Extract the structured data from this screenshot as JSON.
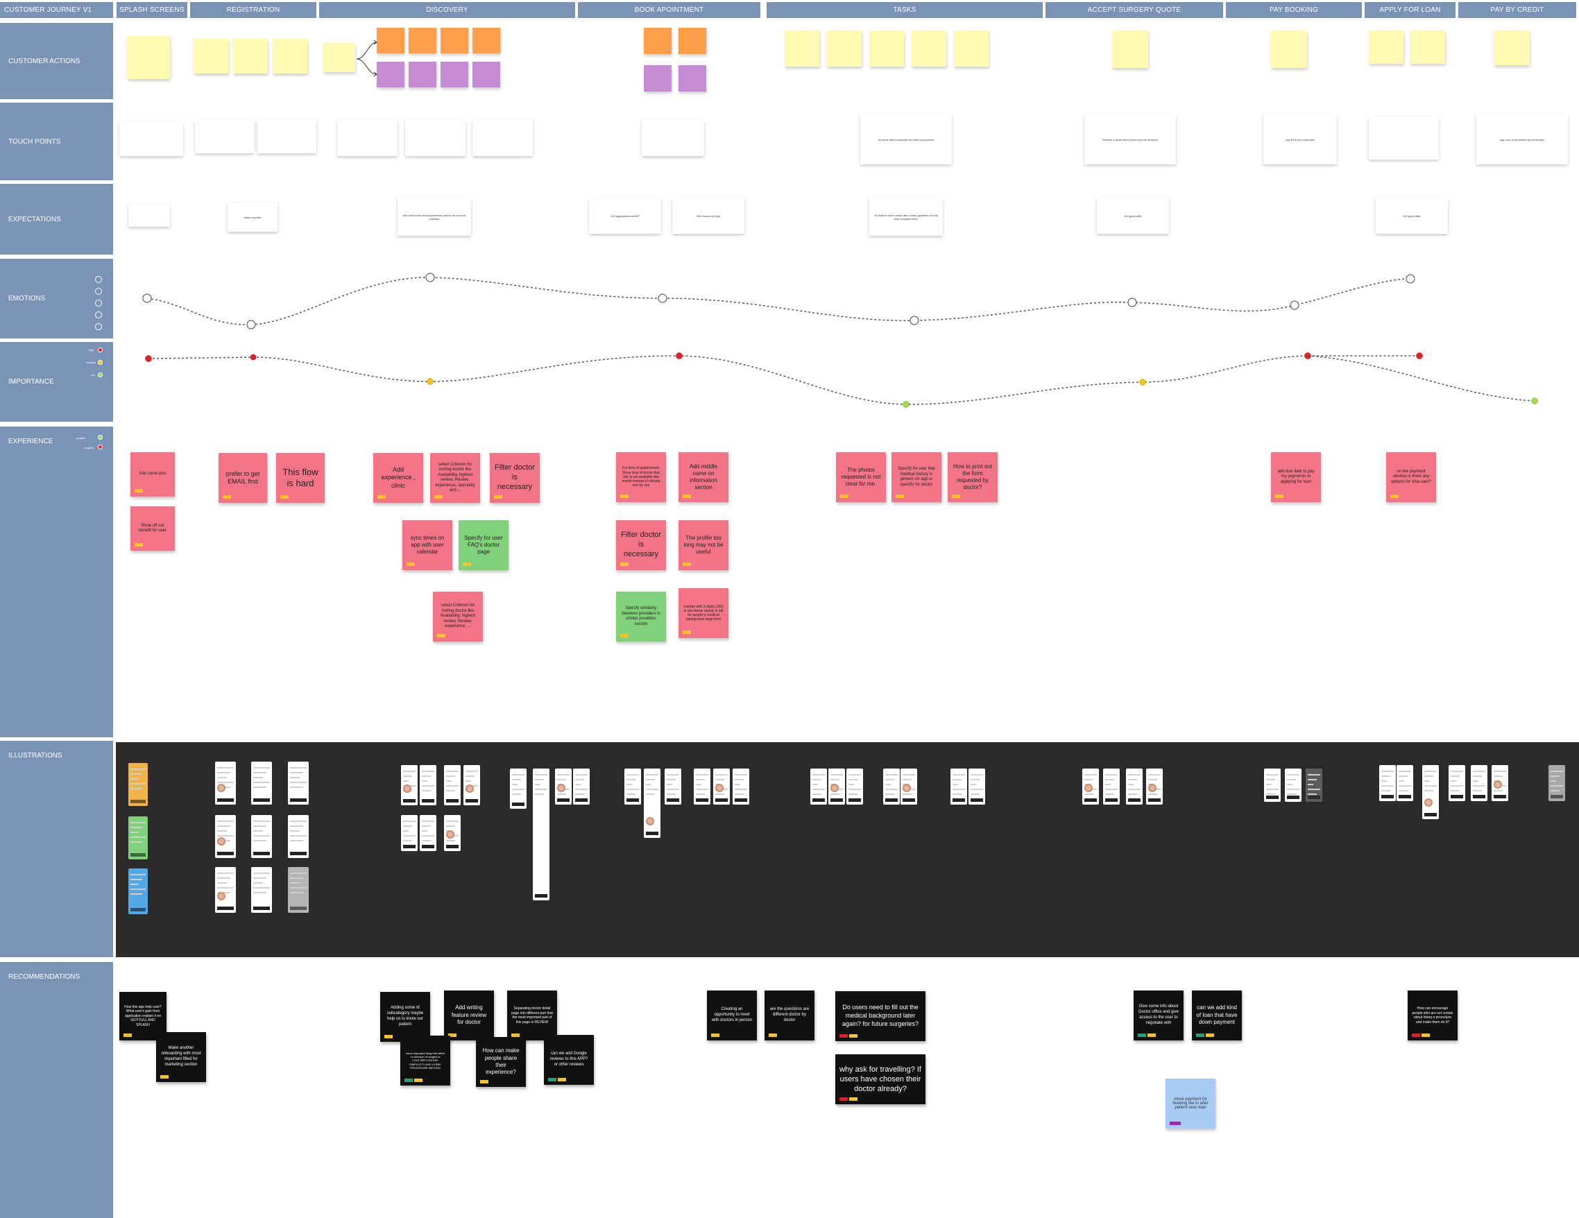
{
  "header": {
    "title": "CUSTOMER JOURNEY V1",
    "stages": [
      "SPLASH SCREENS",
      "REGISTRATION",
      "DISCOVERY",
      "BOOK APOINTMENT",
      "Tasks",
      "ACCEPT SURGERY QUOTE",
      "PAY BOOKING",
      "APPLY FOR LOAN",
      "PAY BY CREDIT"
    ]
  },
  "rows": {
    "customer_actions": "CUSTOMER ACTIONS",
    "touch_points": "TOUCH POINTS",
    "expectations": "EXPECTATIONS",
    "emotions": "EMOTIONS",
    "importance": "IMPORTANCE",
    "experience": "EXPERIENCE",
    "illustrations": "ILLUSTRATIONS",
    "recommendations": "RECOMMENDATIONS"
  },
  "importance_legend": [
    "high",
    "medium",
    "low"
  ],
  "experience_legend": [
    "positive",
    "negative"
  ],
  "touch_points": {
    "tasks": "do some task to prepare for have a procedure",
    "accept": "Receive a quote form Doctor and he accept it",
    "pay_booking": "pay $100 by credit card",
    "pay_credit": "pay cost of procedure by credit card"
  },
  "expectations": {
    "register": "Make a profile",
    "discovery": "find well-known and experienced doctor as soon as possible",
    "book_1": "Get appointment ASAP",
    "book_2": "See Doctor on time",
    "tasks": "All actions done online with a clear guideline to help user complete them",
    "accept": "Get good offer",
    "loan": "Get good offer"
  },
  "experience": {
    "splash_1": "Add some pics",
    "splash_2": "Show off our benefit for user",
    "reg_1": "prefer to get EMAIL first",
    "reg_2": "This flow is hard",
    "disc_1": "Add experience , clinic",
    "disc_2": "select Criterion for sorting doctor like Availability, highest review, Review, experience, speciality and ...",
    "disc_3": "Filter doctor is necessary",
    "disc_4": "sync times on app with user calendar",
    "disc_5": "Specify for user FAQ's doctor page",
    "disc_6": "select Criterion for sorting doctor like Availability, highest review, Review, experience, ...",
    "book_1": "For time of appointment: Show time of doctor that she is not available this month instead of clicking one by one",
    "book_2": "Add middle name on information section",
    "book_3": "Filter doctor is necessary",
    "book_4": "The profile too long may not be useful",
    "book_5": "Specify similarity between providers in similar providers section",
    "book_6": "number with 3 digits (150) is not shown clearly in tall for weight in medical background large form",
    "task_1": "The photos requested is not clear for me.",
    "task_2": "Specify for user that medical history is generic on app or specific for doctor",
    "task_3": "How to print out the form requested by doctor?",
    "pay_1": "add due date to pay my payments or applying for loan",
    "loan_1": "on the payment window is there any options for Visa card?"
  },
  "recommendations": {
    "r1": "How this app help user? What user's gain from application explain it on ISOTTULL AND SPLASH",
    "r2": "Make another onboarding with most important filled for marketing section",
    "r3": "Adding some of subcategory maybe help us to know our patient",
    "r4": "Add writing feature review for doctor",
    "r5": "Separating doctor detail page into different part that the most important part of this page is REVIEW",
    "r6": "some important thing that affect on decision of surgery is COST,REPUTATION, SIMPLICITY AND CLINIC PROCEDURE METHOD",
    "r7": "How can make people share their experience?",
    "r8": "can we add Google reviews to this APP? or other reviews",
    "r9": "Creating an opportunity to meet with doctors in person",
    "r10": "are the questions are different doctor by doctor",
    "r11": "Do users need to fill out the medical background later again? for future surgeries?",
    "r12": "why ask for travelling? If users have chosen their doctor already?",
    "r13": "Give some info about Doctor office and give access to the user to negotiate with",
    "r14": "can we add kind of loan that have down payment",
    "r15": "move payment for booking fee to after patient sees loan",
    "r16": "How can encourage people who are not certain about doing a procedure and make them do it?"
  },
  "colors": {
    "lane": "#7b93b7",
    "sticky_yellow": "#fff9b1",
    "sticky_orange": "#ff9d48",
    "sticky_purple": "#c58bd4",
    "pain": "#f27486",
    "positive": "#80d17a",
    "recommendation": "#111111",
    "illustration_bg": "#2b2b2b",
    "high": "#e3202a",
    "medium": "#f2c318",
    "low": "#a3d94a"
  }
}
